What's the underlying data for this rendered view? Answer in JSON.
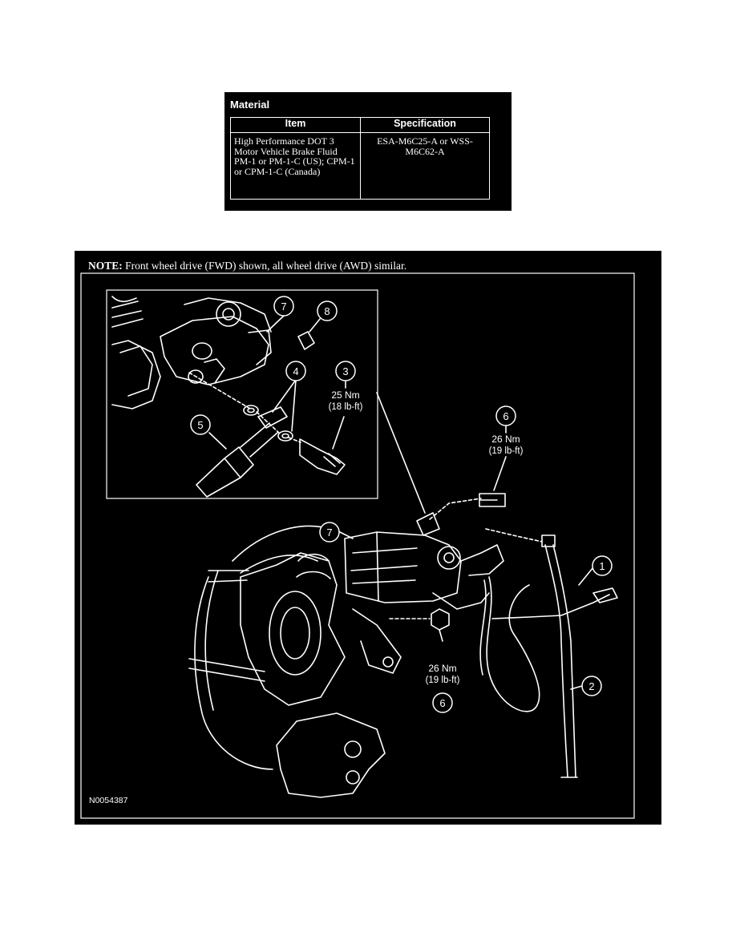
{
  "material": {
    "heading": "Material",
    "columns": [
      "Item",
      "Specification"
    ],
    "rows": [
      {
        "item": "High Performance DOT 3 Motor Vehicle Brake Fluid PM-1 or PM-1-C (US); CPM-1 or CPM-1-C (Canada)",
        "specification": "ESA-M6C25-A or WSS-M6C62-A"
      }
    ]
  },
  "figure": {
    "note_label": "NOTE:",
    "note_text": " Front wheel drive (FWD) shown, all wheel drive (AWD) similar.",
    "figure_id": "N0054387",
    "callouts": {
      "c1": "1",
      "c2": "2",
      "c3": "3",
      "c4": "4",
      "c5": "5",
      "c6a": "6",
      "c6b": "6",
      "c7a": "7",
      "c7b": "7",
      "c8": "8"
    },
    "torques": {
      "t3_nm": "25 Nm",
      "t3_lbft": "(18 lb-ft)",
      "t6a_nm": "26 Nm",
      "t6a_lbft": "(19 lb-ft)",
      "t6b_nm": "26 Nm",
      "t6b_lbft": "(19 lb-ft)"
    }
  }
}
